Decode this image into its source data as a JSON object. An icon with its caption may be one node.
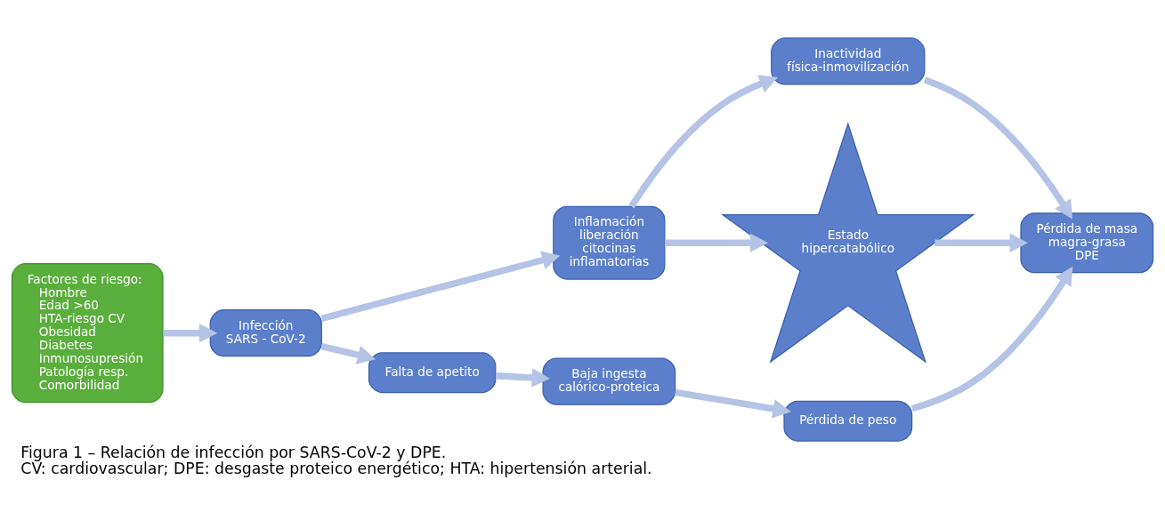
{
  "diagram": {
    "title": "Figura 1 – Relación de infección por SARS-CoV-2 y DPE.",
    "caption": "CV: cardiovascular; DPE: desgaste proteico energético; HTA: hipertensión arterial.",
    "nodes": [
      {
        "text": [
          "Factores de riesgo:",
          "Hombre",
          "Edad >60",
          "HTA-riesgo CV",
          "Obesidad",
          "Diabetes",
          "Inmunosupresión",
          "Patología resp.",
          "Comorbilidad"
        ]
      },
      {
        "text": [
          "Infección",
          "SARS - CoV-2"
        ]
      },
      {
        "text": [
          "Inflamación",
          "liberación citocinas inflamatorias"
        ]
      },
      {
        "text": [
          "Inactividad física-inmovilización"
        ]
      },
      {
        "text": [
          "Pérdida de masa magra-grasa",
          "DPE"
        ]
      },
      {
        "text": [
          "Falta de apetito"
        ]
      },
      {
        "text": [
          "Estado hipercatabólico"
        ]
      },
      {
        "text": [
          "Baja ingesta",
          "calórico-proteica"
        ]
      },
      {
        "text": [
          "Pérdida de peso"
        ]
      }
    ],
    "edges": [
      {
        "from": 0,
        "to": 1,
        "arrow": "to"
      },
      {
        "from": 1,
        "to": 2,
        "arrow": "to"
      },
      {
        "from": 1,
        "to": 5,
        "arrow": "to"
      },
      {
        "from": 2,
        "to": 3,
        "arrow": "to"
      },
      {
        "from": 2,
        "to": 6,
        "arrow": "to"
      },
      {
        "from": 3,
        "to": 4,
        "arrow": "to"
      },
      {
        "from": 5,
        "to": 7,
        "arrow": "to"
      },
      {
        "from": 7,
        "to": 8,
        "arrow": "to"
      },
      {
        "from": 6,
        "to": 4,
        "arrow": "to"
      },
      {
        "from": 8,
        "to": 4,
        "arrow": "to"
      }
    ]
  }
}
